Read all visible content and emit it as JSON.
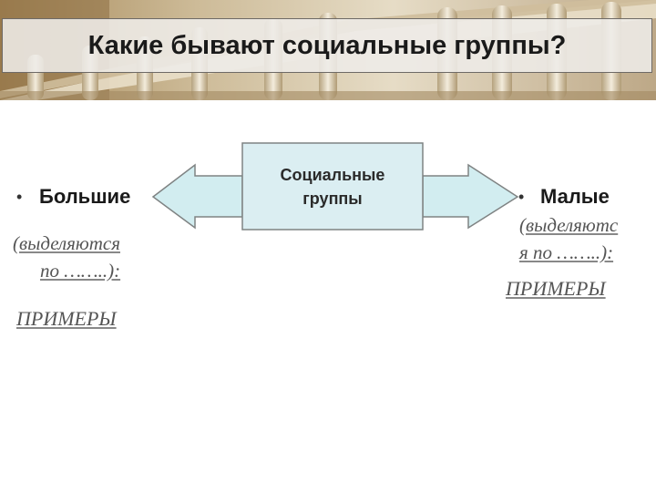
{
  "slide": {
    "title": "Какие бывают социальные группы?"
  },
  "diagram": {
    "center": {
      "line1": "Социальные",
      "line2": "группы"
    },
    "left": {
      "bullet": "•",
      "label": "Большие",
      "paren_line1": "(выделяются",
      "paren_line2": "по ……..):",
      "examples": "ПРИМЕРЫ"
    },
    "right": {
      "bullet": "•",
      "label": "Малые",
      "paren_line1": "(выделяютс",
      "paren_line2": "я по ……..):",
      "examples": "ПРИМЕРЫ"
    }
  },
  "colors": {
    "center_fill": "#dbeef2",
    "arrow_fill": "#d2edf0",
    "arrow_stroke": "#7f8383",
    "header_base": "#b8a586"
  }
}
